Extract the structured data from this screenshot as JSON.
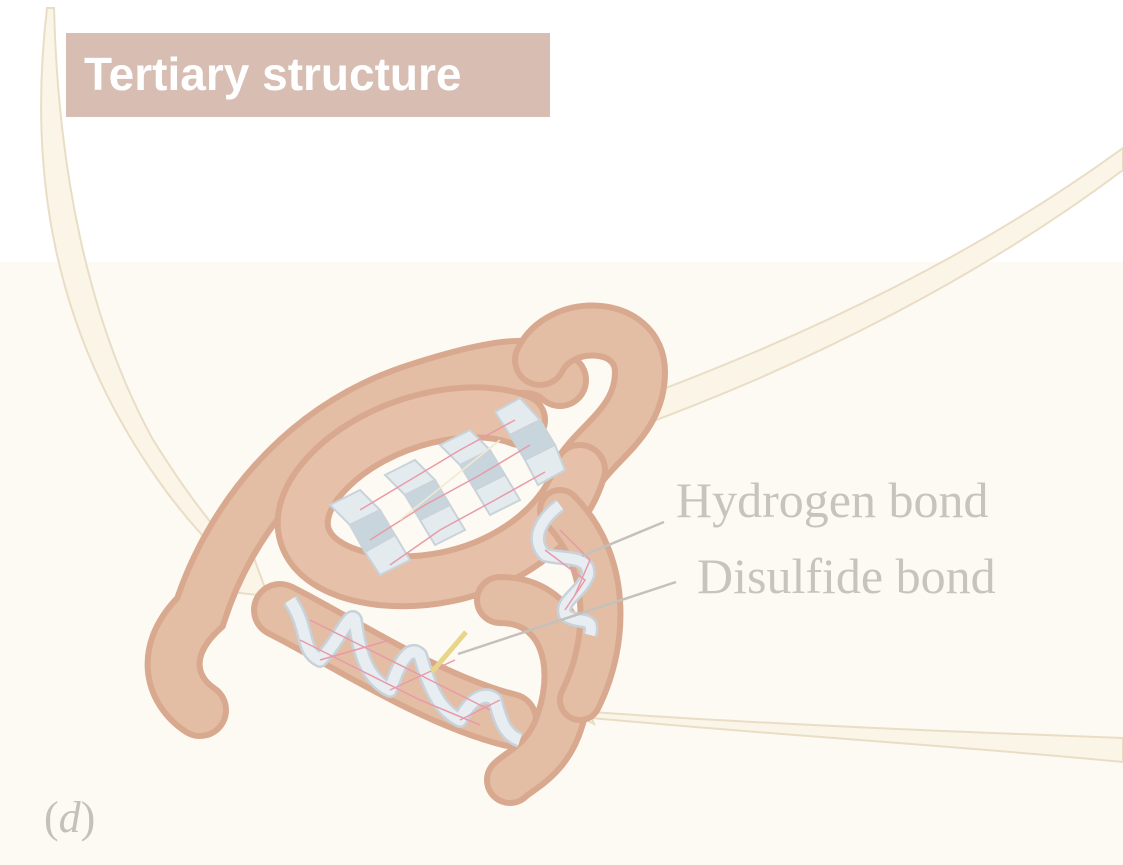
{
  "title": "Tertiary structure",
  "labels": {
    "hydrogen_bond": "Hydrogen bond",
    "disulfide_bond": "Disulfide bond"
  },
  "panel": {
    "open": "(",
    "letter": "d",
    "close": ")"
  },
  "colors": {
    "title_box": "#d8bdb3",
    "protein_chain": "#e2b89f",
    "arrow_fill": "#fbf5e8",
    "background_panel": "#fdfaf3",
    "label_text": "#c9c3bd",
    "helix_ribbon": "#dfe6ea",
    "sheet_panels": "#dbe4ea",
    "bond_lines": "#e89aa8",
    "disulfide_bridge": "#e8d58a"
  }
}
